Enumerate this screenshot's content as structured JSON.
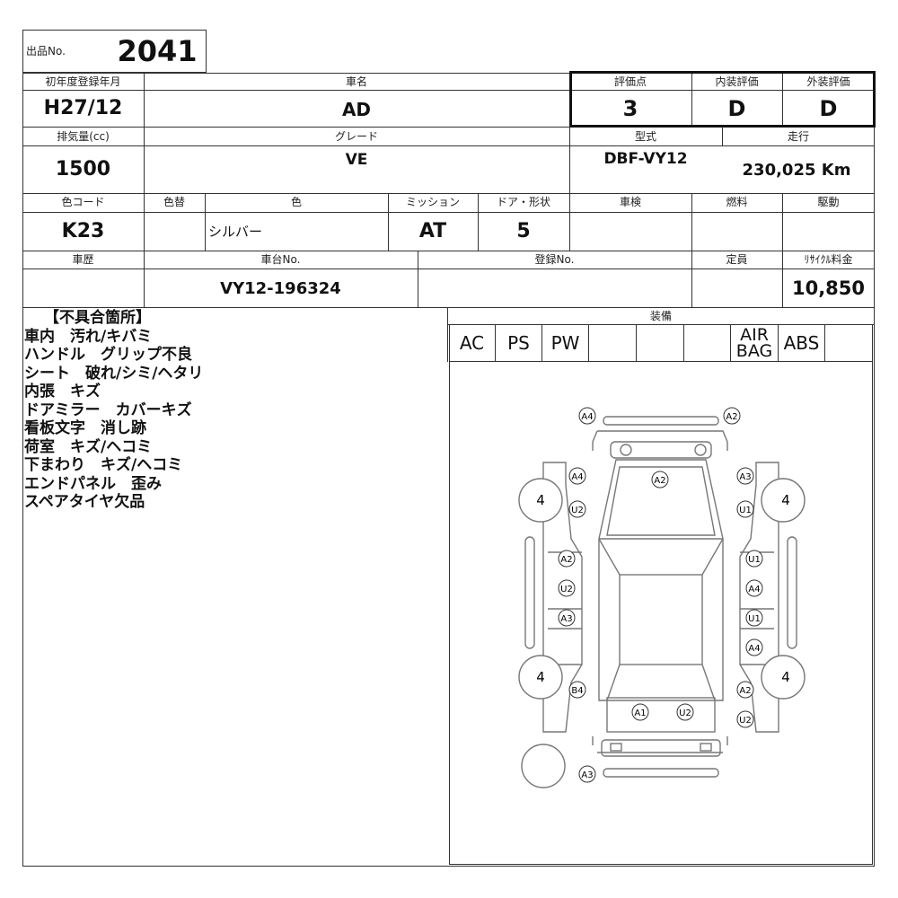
{
  "lot": {
    "label": "出品No.",
    "number": "2041"
  },
  "row1": {
    "first_reg_label": "初年度登録年月",
    "first_reg": "H27/12",
    "car_name_label": "車名",
    "car_name": "AD",
    "score_label": "評価点",
    "score": "3",
    "interior_label": "内装評価",
    "interior": "D",
    "exterior_label": "外装評価",
    "exterior": "D"
  },
  "row2": {
    "displacement_label": "排気量(cc)",
    "displacement": "1500",
    "grade_label": "グレード",
    "grade": "VE",
    "model_label": "型式",
    "model": "DBF-VY12",
    "mileage_label": "走行",
    "mileage": "230,025 Km"
  },
  "row3": {
    "color_code_label": "色コード",
    "color_code": "K23",
    "repaint_label": "色替",
    "repaint": "",
    "color_label": "色",
    "color": "シルバー",
    "mission_label": "ミッション",
    "mission": "AT",
    "door_label": "ドア・形状",
    "door": "5",
    "inspection_label": "車検",
    "inspection": "",
    "fuel_label": "燃料",
    "fuel": "",
    "drive_label": "駆動",
    "drive": ""
  },
  "row4": {
    "history_label": "車歴",
    "history": "",
    "chassis_label": "車台No.",
    "chassis": "VY12-196324",
    "reg_label": "登録No.",
    "reg": "",
    "capacity_label": "定員",
    "capacity": "",
    "recycle_label": "ﾘｻｲｸﾙ料金",
    "recycle": "10,850"
  },
  "defects": {
    "title": "【不具合箇所】",
    "items": [
      "車内　汚れ/キバミ",
      "ハンドル　グリップ不良",
      "シート　破れ/シミ/ヘタリ",
      "内張　キズ",
      "ドアミラー　カバーキズ",
      "看板文字　消し跡",
      "荷室　キズ/ヘコミ",
      "下まわり　キズ/ヘコミ",
      "エンドパネル　歪み",
      "スペアタイヤ欠品"
    ]
  },
  "equipment": {
    "label": "装備",
    "items": [
      "AC",
      "PS",
      "PW",
      "",
      "",
      "",
      "AIR BAG",
      "ABS",
      ""
    ]
  },
  "diagram": {
    "tires": [
      "4",
      "4",
      "4",
      "4"
    ],
    "marks": [
      "A4",
      "A2",
      "A4",
      "A2",
      "A3",
      "U2",
      "U1",
      "A2",
      "U1",
      "U2",
      "A4",
      "A3",
      "U1",
      "A4",
      "B4",
      "A2",
      "A1",
      "U2",
      "U2",
      "A3"
    ]
  }
}
